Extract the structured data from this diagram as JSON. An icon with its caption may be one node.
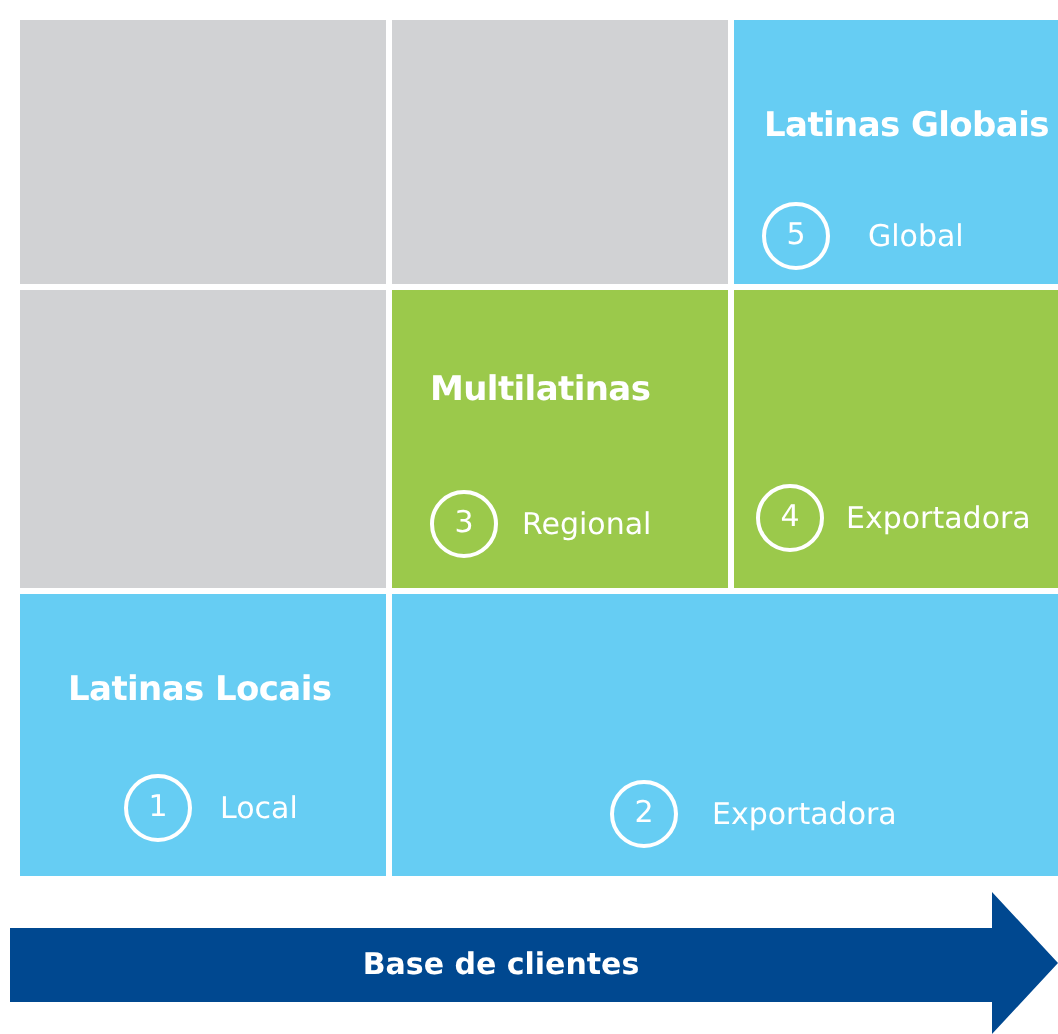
{
  "diagram": {
    "nodes": [
      {
        "text": [],
        "shape": "box"
      },
      {
        "text": [],
        "shape": "box"
      },
      {
        "text": [
          "Latinas Globais"
        ]
      },
      {
        "text": [
          "5"
        ],
        "in": 2,
        "beside": [
          "Global"
        ]
      },
      {
        "text": [],
        "shape": "box"
      },
      {
        "text": [
          "Multilatinas"
        ]
      },
      {
        "text": [
          "3"
        ],
        "in": 5,
        "beside": [
          "Regional"
        ]
      },
      {
        "text": [],
        "shape": "box"
      },
      {
        "text": [
          "4"
        ],
        "in": 7,
        "beside": [
          "Exportadora"
        ]
      },
      {
        "text": [
          "Latinas Locais"
        ]
      },
      {
        "text": [
          "1"
        ],
        "in": 9,
        "beside": [
          "Local"
        ]
      },
      {
        "text": [],
        "shape": "box"
      },
      {
        "text": [
          "2"
        ],
        "in": 11,
        "beside": [
          "Exportadora"
        ]
      },
      {
        "text": [
          "Base de clientes"
        ]
      }
    ],
    "edges": []
  }
}
